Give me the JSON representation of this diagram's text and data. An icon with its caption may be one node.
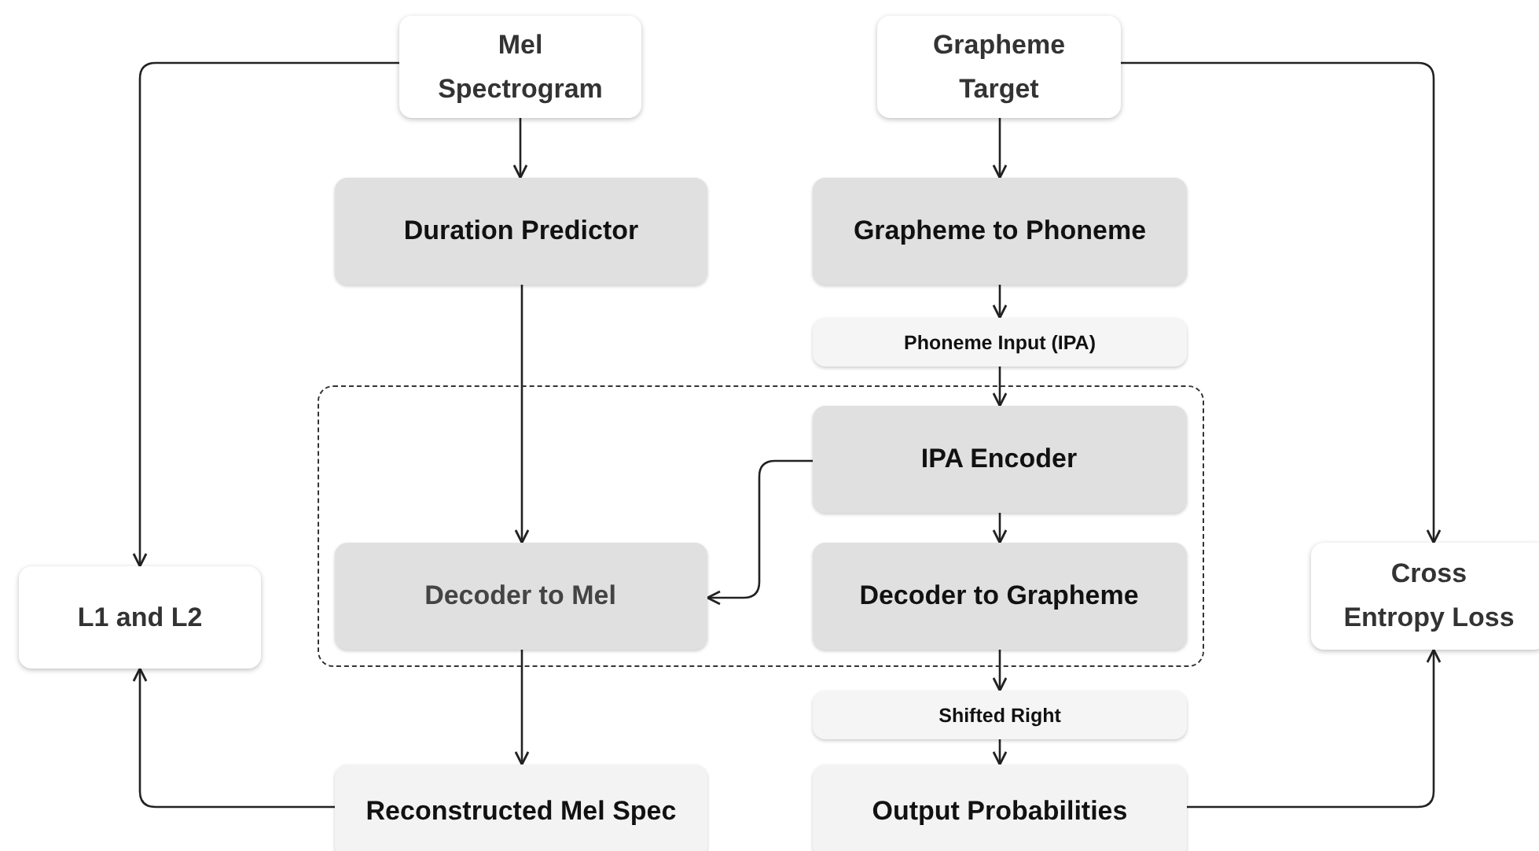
{
  "diagram": {
    "nodes": [
      {
        "text": [
          "Mel Spectrogram"
        ]
      },
      {
        "text": [
          "Grapheme Target"
        ]
      },
      {
        "text": [
          "Duration Predictor"
        ]
      },
      {
        "text": [
          "Grapheme to Phoneme"
        ]
      },
      {
        "text": [
          "Phoneme Input (IPA)"
        ]
      },
      {
        "text": [],
        "shape": "box"
      },
      {
        "text": [
          "IPA Encoder"
        ],
        "in": 5
      },
      {
        "text": [
          "L1 and L2"
        ]
      },
      {
        "text": [
          "Decoder to Mel"
        ],
        "in": 5
      },
      {
        "text": [
          "Decoder to Grapheme"
        ],
        "in": 5
      },
      {
        "text": [
          "Cross Entropy Loss"
        ]
      },
      {
        "text": [
          "Shifted Right"
        ]
      },
      {
        "text": [
          "Reconstructed Mel Spec"
        ]
      },
      {
        "text": [
          "Output Probabilities"
        ]
      }
    ],
    "edges": [
      {
        "from": 0,
        "to": 2,
        "arrow": "to"
      },
      {
        "from": 0,
        "to": 7,
        "arrow": "to"
      },
      {
        "from": 1,
        "to": 3,
        "arrow": "to"
      },
      {
        "from": 1,
        "to": 10,
        "arrow": "to"
      },
      {
        "from": 3,
        "to": 4,
        "arrow": "to"
      },
      {
        "from": 4,
        "to": 6,
        "arrow": "to"
      },
      {
        "from": 2,
        "to": 8,
        "arrow": "to"
      },
      {
        "from": 6,
        "to": 8,
        "arrow": "to"
      },
      {
        "from": 6,
        "to": 9,
        "arrow": "to"
      },
      {
        "from": 8,
        "to": 12,
        "arrow": "to"
      },
      {
        "from": 9,
        "to": 11,
        "arrow": "to"
      },
      {
        "from": 11,
        "to": 13,
        "arrow": "to"
      },
      {
        "from": 12,
        "to": 7,
        "arrow": "to"
      },
      {
        "from": 13,
        "to": 10,
        "arrow": "to"
      }
    ]
  }
}
